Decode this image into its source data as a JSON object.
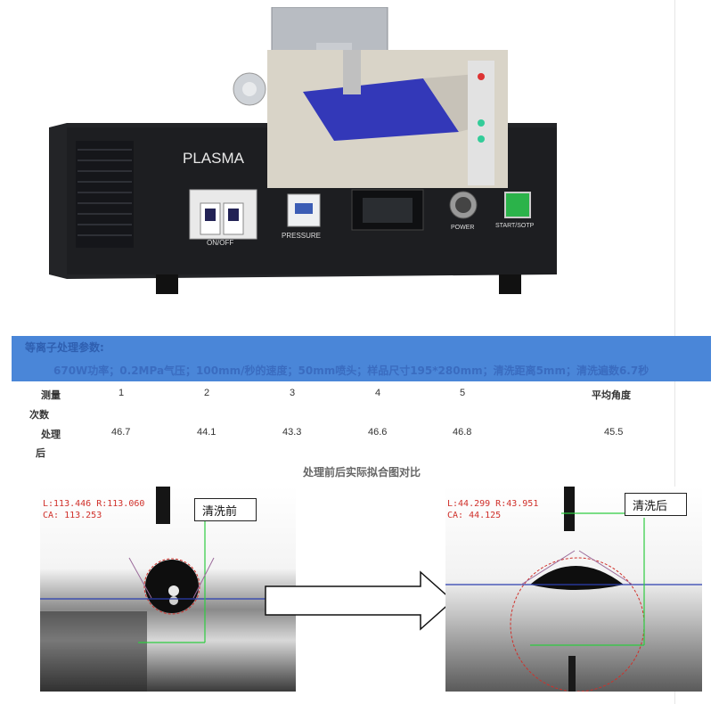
{
  "machine": {
    "brand_label": "PLASMA",
    "controls": {
      "breaker_label": "ON/OFF",
      "pressure_label": "PRESSURE",
      "power_label": "POWER",
      "start_label": "START/SOTP"
    }
  },
  "params": {
    "title": "等离子处理参数:",
    "body": "670W功率；0.2MPa气压；100mm/秒的速度；50mm喷头；样品尺寸195*280mm；清洗距离5mm；清洗遍数6.7秒"
  },
  "table": {
    "header": {
      "label_line1": "测量",
      "label_line2": "次数",
      "cols": [
        "1",
        "2",
        "3",
        "4",
        "5"
      ],
      "avg": "平均角度"
    },
    "row": {
      "label_line1": "处理",
      "label_line2": "后",
      "values": [
        "46.7",
        "44.1",
        "43.3",
        "46.6",
        "46.8"
      ],
      "avg": "45.5"
    }
  },
  "comparison": {
    "title": "处理前后实际拟合图对比",
    "before": {
      "readout_line1": "L:113.446  R:113.060",
      "readout_line2": "CA: 113.253",
      "label": "清洗前"
    },
    "after": {
      "readout_line1": "L:44.299  R:43.951",
      "readout_line2": "CA: 44.125",
      "label": "清洗后"
    }
  },
  "colors": {
    "header_blue": "#4a86d8",
    "readout_red": "#d0302a",
    "fit_green": "#2ecc40"
  }
}
